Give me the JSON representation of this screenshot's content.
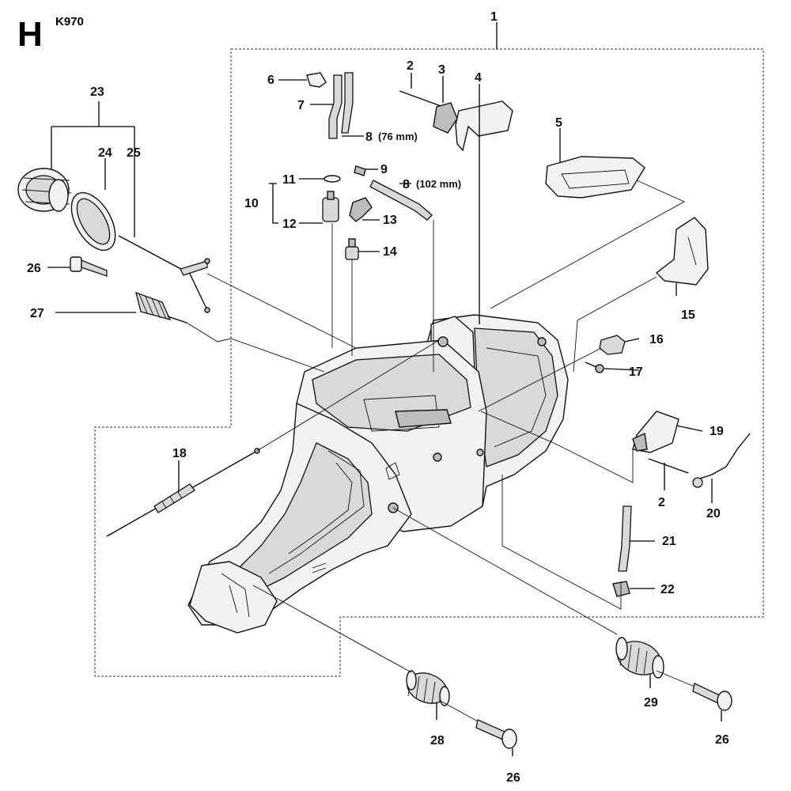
{
  "header": {
    "section_letter": "H",
    "model": "K970"
  },
  "callouts": {
    "c1": "1",
    "c2a": "2",
    "c2b": "2",
    "c3": "3",
    "c4": "4",
    "c5": "5",
    "c6": "6",
    "c7": "7",
    "c8a": "8",
    "c8a_note": "(76 mm)",
    "c8b": "8",
    "c8b_note": "(102 mm)",
    "c9": "9",
    "c10": "10",
    "c11": "11",
    "c12": "12",
    "c13": "13",
    "c14": "14",
    "c15": "15",
    "c16": "16",
    "c17": "17",
    "c18": "18",
    "c19": "19",
    "c20": "20",
    "c21": "21",
    "c22": "22",
    "c23": "23",
    "c24": "24",
    "c25": "25",
    "c26a": "26",
    "c26b": "26",
    "c26c": "26",
    "c27": "27",
    "c28": "28",
    "c29": "29"
  }
}
